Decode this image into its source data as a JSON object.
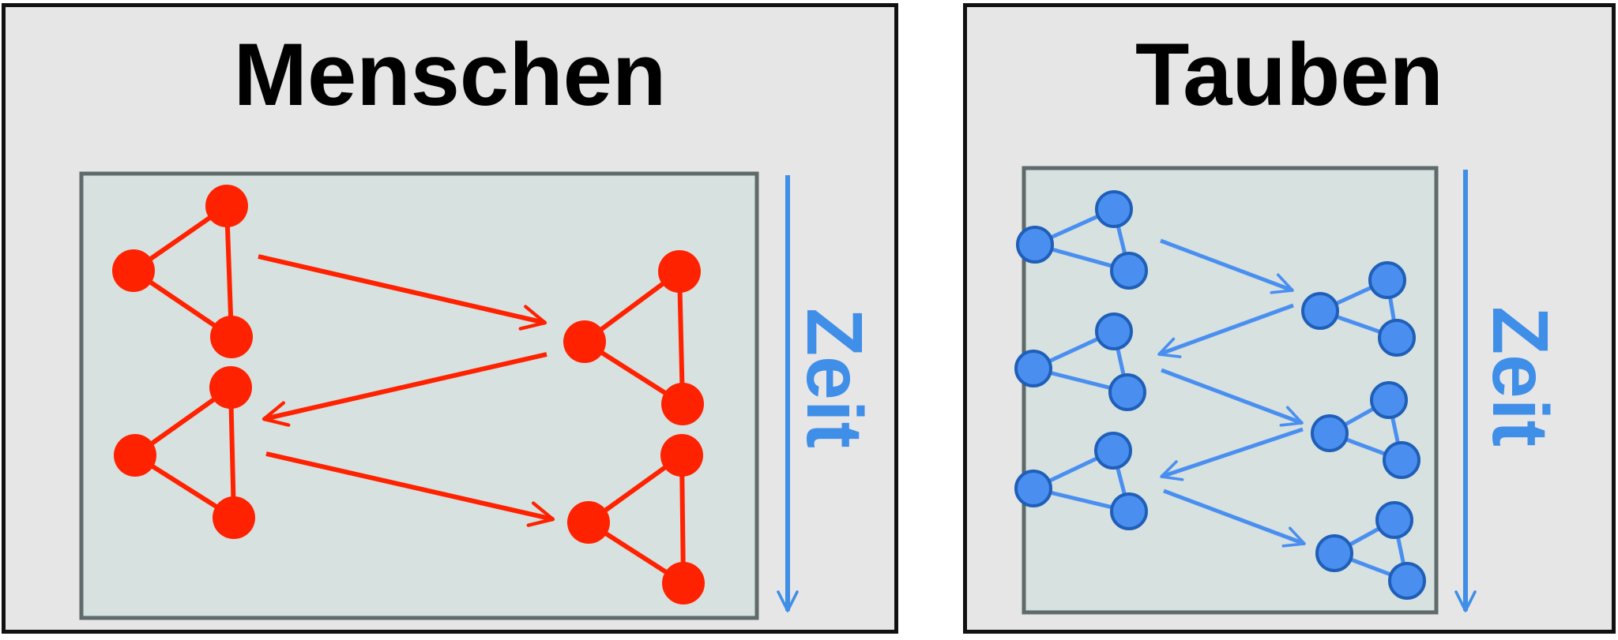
{
  "panels": [
    {
      "title": "Menschen",
      "time_label": "Zeit"
    },
    {
      "title": "Tauben",
      "time_label": "Zeit"
    }
  ],
  "colors": {
    "human_nodes": "#ff2200",
    "pigeon_nodes": "#4a8ff0",
    "pigeon_node_stroke": "#1f5fb8",
    "pigeon_arrows": "#4a8ff0",
    "time_axis": "#3f8ee8",
    "inner_box_fill": "#d6e1e0",
    "inner_box_border": "#5f6a6a"
  }
}
